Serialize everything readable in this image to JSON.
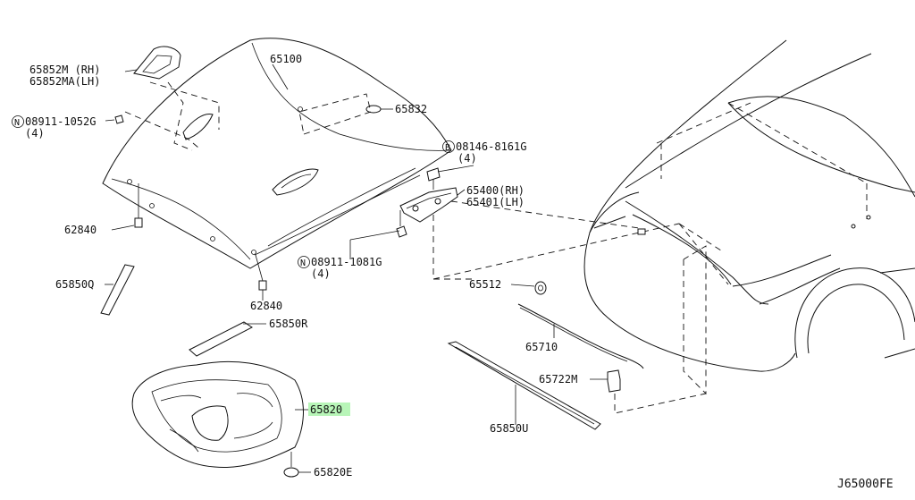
{
  "labels": {
    "p65852m_rh": "65852M (RH)",
    "p65852ma_lh": "65852MA(LH)",
    "p65100": "65100",
    "p65832": "65832",
    "p08911_1052g": "08911-1052G",
    "p08911_1052g_qty": "(4)",
    "p08146_8161g": "08146-8161G",
    "p08146_8161g_qty": "(4)",
    "p65400_rh": "65400(RH)",
    "p65401_lh": "65401(LH)",
    "p62840_a": "62840",
    "p62840_b": "62840",
    "p08911_1081g": "08911-1081G",
    "p08911_1081g_qty": "(4)",
    "p65850q": "65850Q",
    "p65850r": "65850R",
    "p65512": "65512",
    "p65710": "65710",
    "p65820": "65820",
    "p65722m": "65722M",
    "p65850u": "65850U",
    "p65820e": "65820E",
    "diagram_code": "J65000FE"
  },
  "symbols": {
    "nut_symbol": "N",
    "bolt_symbol": "B"
  },
  "colors": {
    "highlight": "#b8f5b8",
    "line": "#111111"
  }
}
